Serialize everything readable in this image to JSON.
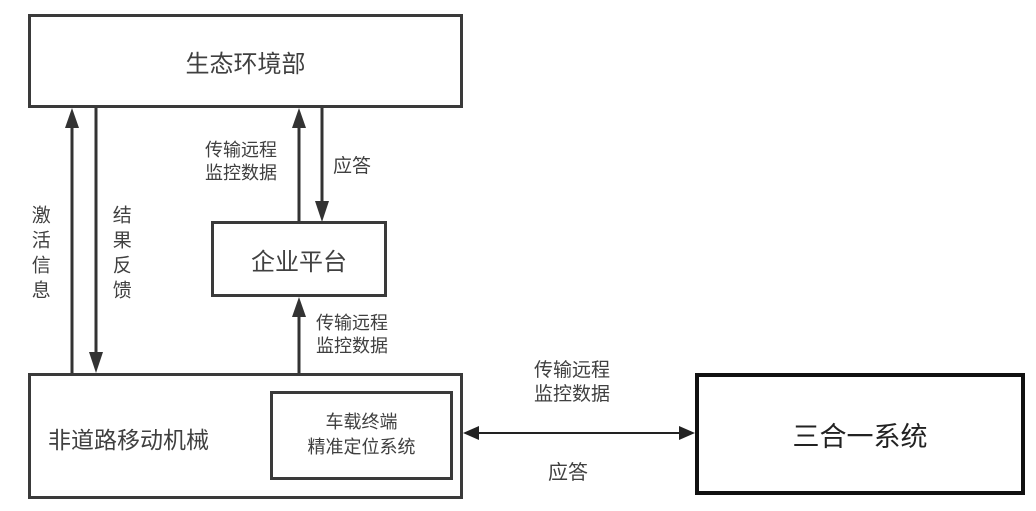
{
  "nodes": {
    "ministry": "生态环境部",
    "enterprise": "企业平台",
    "machinery": "非道路移动机械",
    "terminal_line1": "车载终端",
    "terminal_line2": "精准定位系统",
    "three_in_one": "三合一系统"
  },
  "edges": {
    "activation": "激活信息",
    "feedback": "结果反馈",
    "upload_line1": "传输远程",
    "upload_line2": "监控数据",
    "reply": "应答",
    "machine_upload_line1": "传输远程",
    "machine_upload_line2": "监控数据",
    "link_line1": "传输远程",
    "link_line2": "监控数据",
    "link_reply": "应答"
  },
  "colors": {
    "stroke": "#333333",
    "text": "#404040"
  }
}
